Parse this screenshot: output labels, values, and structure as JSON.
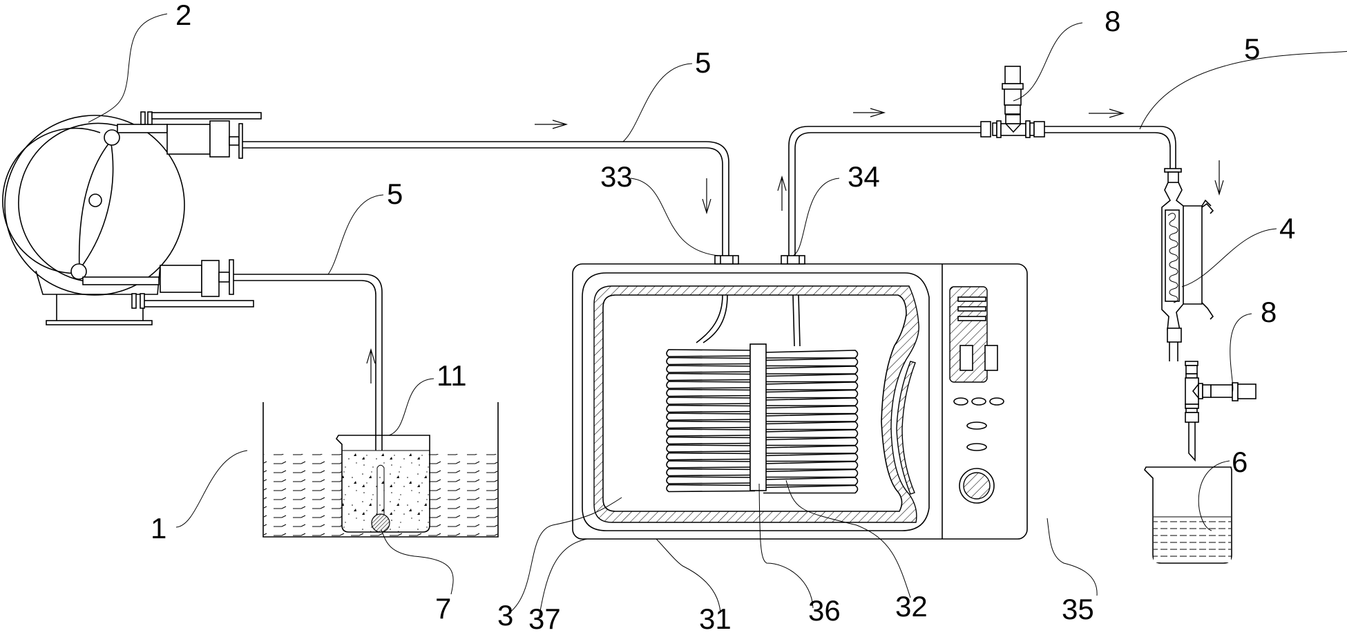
{
  "figure": {
    "description": "Patent schematic of microwave-assisted extraction apparatus with peristaltic pump, water bath, microwave oven coil, condenser and collection beaker",
    "colors": {
      "line": "#000000",
      "background": "#ffffff"
    }
  },
  "labels": {
    "pump": "2",
    "pipe_top_left": "5",
    "pipe_lower_left": "5",
    "pipe_top_right": "5",
    "valve_top": "8",
    "valve_lower": "8",
    "inlet": "33",
    "outlet": "34",
    "condenser": "4",
    "beaker_inner": "11",
    "water_bath": "1",
    "stir_bar": "7",
    "cavity": "3",
    "door_seal": "37",
    "oven_body": "31",
    "coil_holder": "36",
    "coil": "32",
    "control_panel": "35",
    "collection_beaker": "6"
  },
  "flow_arrows": [
    {
      "id": "top-left",
      "direction": "right"
    },
    {
      "id": "into-oven",
      "direction": "down"
    },
    {
      "id": "out-of-oven",
      "direction": "up"
    },
    {
      "id": "top-mid",
      "direction": "right"
    },
    {
      "id": "top-right",
      "direction": "right"
    },
    {
      "id": "into-condenser",
      "direction": "down"
    },
    {
      "id": "from-bath",
      "direction": "up"
    }
  ]
}
